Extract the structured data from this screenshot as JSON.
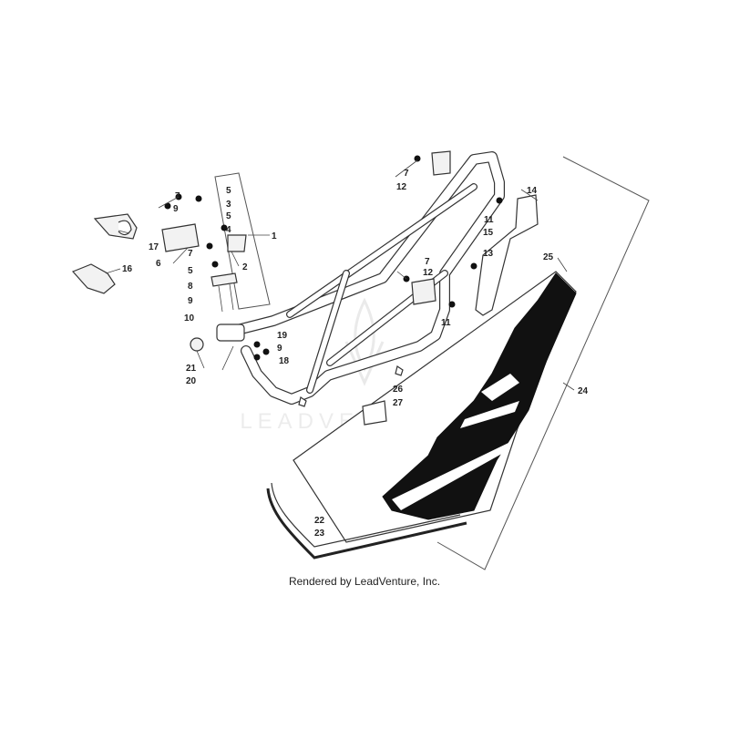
{
  "diagram": {
    "credit": "Rendered by LeadVenture, Inc.",
    "watermark": "LEADVENTURE",
    "callouts": [
      {
        "id": "1",
        "label": "1"
      },
      {
        "id": "2",
        "label": "2"
      },
      {
        "id": "3",
        "label": "3"
      },
      {
        "id": "4",
        "label": "4"
      },
      {
        "id": "5a",
        "label": "5"
      },
      {
        "id": "5b",
        "label": "5"
      },
      {
        "id": "5c",
        "label": "5"
      },
      {
        "id": "6",
        "label": "6"
      },
      {
        "id": "7a",
        "label": "7"
      },
      {
        "id": "7b",
        "label": "7"
      },
      {
        "id": "7c",
        "label": "7"
      },
      {
        "id": "7d",
        "label": "7"
      },
      {
        "id": "8",
        "label": "8"
      },
      {
        "id": "9a",
        "label": "9"
      },
      {
        "id": "9b",
        "label": "9"
      },
      {
        "id": "9c",
        "label": "9"
      },
      {
        "id": "10",
        "label": "10"
      },
      {
        "id": "11a",
        "label": "11"
      },
      {
        "id": "11b",
        "label": "11"
      },
      {
        "id": "12a",
        "label": "12"
      },
      {
        "id": "12b",
        "label": "12"
      },
      {
        "id": "13",
        "label": "13"
      },
      {
        "id": "14",
        "label": "14"
      },
      {
        "id": "15",
        "label": "15"
      },
      {
        "id": "16",
        "label": "16"
      },
      {
        "id": "17",
        "label": "17"
      },
      {
        "id": "18",
        "label": "18"
      },
      {
        "id": "19",
        "label": "19"
      },
      {
        "id": "20",
        "label": "20"
      },
      {
        "id": "21",
        "label": "21"
      },
      {
        "id": "22",
        "label": "22"
      },
      {
        "id": "23",
        "label": "23"
      },
      {
        "id": "24",
        "label": "24"
      },
      {
        "id": "25",
        "label": "25"
      },
      {
        "id": "26",
        "label": "26"
      },
      {
        "id": "27",
        "label": "27"
      }
    ]
  }
}
